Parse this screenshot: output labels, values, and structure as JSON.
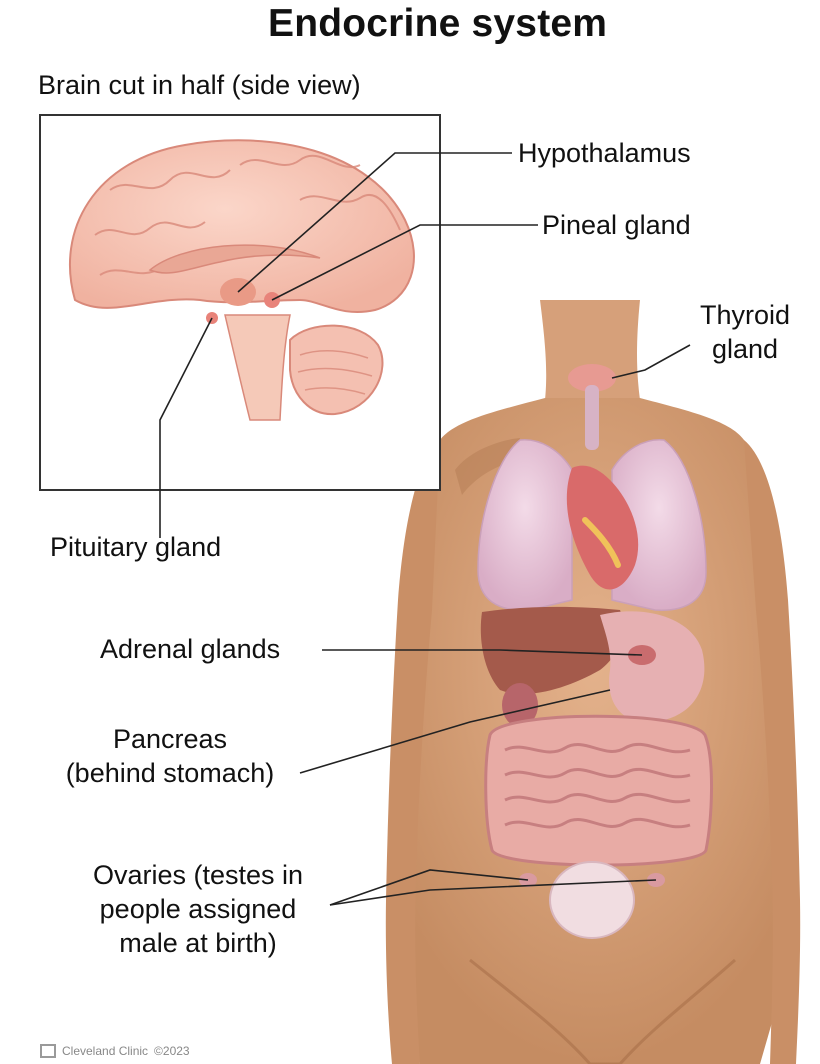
{
  "title": "Endocrine system",
  "inset_caption": "Brain cut in half (side view)",
  "labels": {
    "hypothalamus": "Hypothalamus",
    "pineal": "Pineal gland",
    "thyroid_1": "Thyroid",
    "thyroid_2": "gland",
    "pituitary": "Pituitary gland",
    "adrenal": "Adrenal glands",
    "pancreas_1": "Pancreas",
    "pancreas_2": "(behind stomach)",
    "ovaries_1": "Ovaries (testes in",
    "ovaries_2": "people assigned",
    "ovaries_3": "male at birth)"
  },
  "credit": {
    "source": "Cleveland Clinic",
    "copyright": "©2023"
  },
  "colors": {
    "skin": "#d9a278",
    "skin_shadow": "#b47b54",
    "brain": "#f6c3b3",
    "brain_line": "#d9897a",
    "lungs": "#e8c8db",
    "liver": "#a45a4b",
    "intestine": "#e6a8a0",
    "heart": "#d96a6a",
    "leader_line": "#222222"
  }
}
